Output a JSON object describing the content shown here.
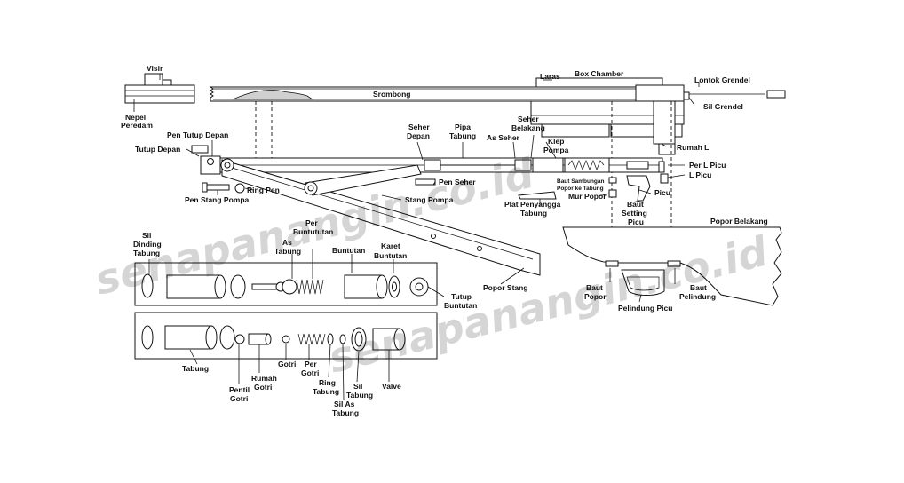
{
  "watermark": "senapanangin.co.id",
  "labels": {
    "visir": "Visir",
    "nepel_peredam": [
      "Nepel",
      "Peredam"
    ],
    "srombong": "Srombong",
    "laras": "Laras",
    "box_chamber": "Box Chamber",
    "lontok_grendel": "Lontok Grendel",
    "sil_grendel": "Sil Grendel",
    "pen_tutup_depan": "Pen Tutup Depan",
    "tutup_depan": "Tutup Depan",
    "seher_depan": [
      "Seher",
      "Depan"
    ],
    "pipa_tabung": [
      "Pipa",
      "Tabung"
    ],
    "as_seher": "As Seher",
    "seher_belakang": [
      "Seher",
      "Belakang"
    ],
    "klep_pompa": [
      "Klep",
      "Pompa"
    ],
    "rumah_l": "Rumah L",
    "per_l_picu": "Per L Picu",
    "l_picu": "L Picu",
    "pen_seher": "Pen Seher",
    "baut_sambungan": [
      "Baut Sambungan",
      "Popor ke Tabung"
    ],
    "mur_popor": "Mur Popor",
    "picu": "Picu",
    "baut_setting_picu": [
      "Baut",
      "Setting",
      "Picu"
    ],
    "ring_pen": "Ring Pen",
    "pen_stang_pompa": "Pen Stang Pompa",
    "stang_pompa": "Stang Pompa",
    "plat_penyangga": [
      "Plat Penyangga",
      "Tabung"
    ],
    "popor_belakang": "Popor Belakang",
    "sil_dinding_tabung": [
      "Sil",
      "Dinding",
      "Tabung"
    ],
    "per_buntututan": [
      "Per",
      "Buntututan"
    ],
    "as_tabung": [
      "As",
      "Tabung"
    ],
    "buntutan": "Buntutan",
    "karet_buntutan": [
      "Karet",
      "Buntutan"
    ],
    "tutup_buntutan": [
      "Tutup",
      "Buntutan"
    ],
    "popor_stang": "Popor Stang",
    "baut_popor": [
      "Baut",
      "Popor"
    ],
    "pelindung_picu": "Pelindung Picu",
    "baut_pelindung": [
      "Baut",
      "Pelindung"
    ],
    "tabung": "Tabung",
    "pentil_gotri": [
      "Pentil",
      "Gotri"
    ],
    "rumah_gotri": [
      "Rumah",
      "Gotri"
    ],
    "gotri": "Gotri",
    "per_gotri": [
      "Per",
      "Gotri"
    ],
    "ring_tabung": [
      "Ring",
      "Tabung"
    ],
    "sil_as_tabung": [
      "Sil As",
      "Tabung"
    ],
    "sil_tabung": [
      "Sil",
      "Tabung"
    ],
    "valve": "Valve"
  }
}
